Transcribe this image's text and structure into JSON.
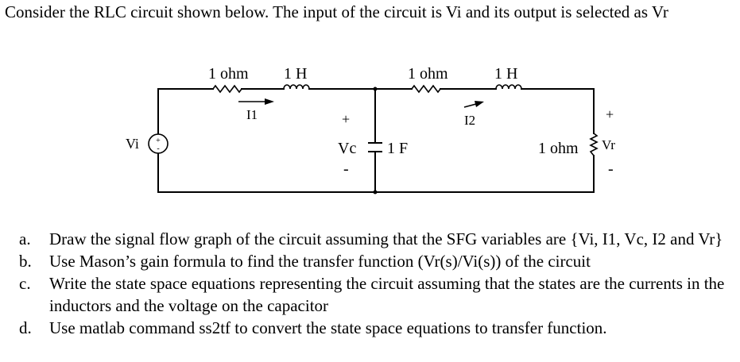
{
  "problem": {
    "intro": "Consider the RLC circuit shown below. The input of the circuit is Vi and its output is selected as Vr"
  },
  "circuit": {
    "r1_label": "1 ohm",
    "l1_label": "1 H",
    "r2_label": "1 ohm",
    "l2_label": "1 H",
    "i1_label": "I1",
    "i2_label": "I2",
    "source_label": "Vi",
    "vc_label": "Vc",
    "c_label": "1 F",
    "r3_label": "1 ohm",
    "vr_label": "Vr",
    "plus": "+",
    "minus": "-"
  },
  "questions": [
    {
      "letter": "a.",
      "text": "Draw the signal flow graph of the circuit assuming that the SFG variables are {Vi, I1, Vc, I2 and Vr}"
    },
    {
      "letter": "b.",
      "text": "Use Mason’s gain formula to find the transfer function (Vr(s)/Vi(s)) of the circuit"
    },
    {
      "letter": "c.",
      "text": "Write the state space equations representing the circuit assuming that the states are the currents in the inductors and the voltage on the capacitor"
    },
    {
      "letter": "d.",
      "text": "Use matlab command ss2tf to convert the state space equations to transfer function."
    }
  ]
}
